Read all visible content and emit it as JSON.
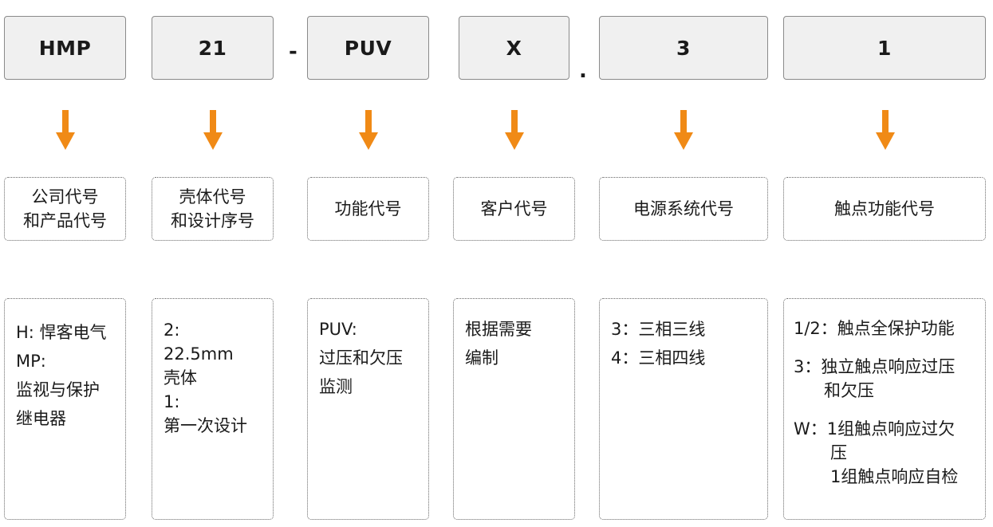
{
  "code": {
    "segments": [
      "HMP",
      "21",
      "PUV",
      "X",
      "3",
      "1"
    ],
    "separators": [
      "-",
      "."
    ]
  },
  "labels": [
    [
      "公司代号",
      "和产品代号"
    ],
    [
      "壳体代号",
      "和设计序号"
    ],
    [
      "功能代号"
    ],
    [
      "客户代号"
    ],
    [
      "电源系统代号"
    ],
    [
      "触点功能代号"
    ]
  ],
  "details": {
    "hmp": [
      "H: 悍客电气",
      "MP:",
      "监视与保护",
      "继电器"
    ],
    "housing": [
      "2:",
      "22.5mm",
      "壳体",
      "1:",
      "第一次设计"
    ],
    "function": [
      "PUV:",
      "过压和欠压",
      "监测"
    ],
    "customer": [
      "根据需要",
      "编制"
    ],
    "power": [
      "3：三相三线",
      "4：三相四线"
    ],
    "contact": [
      "1/2：触点全保护功能",
      "3：独立触点响应过压",
      "和欠压",
      "W：1组触点响应过欠",
      "压",
      "1组触点响应自检"
    ]
  },
  "colors": {
    "arrow": "#f08a16",
    "box_fill": "#f0f0f0",
    "box_border": "#8a8a8a"
  }
}
